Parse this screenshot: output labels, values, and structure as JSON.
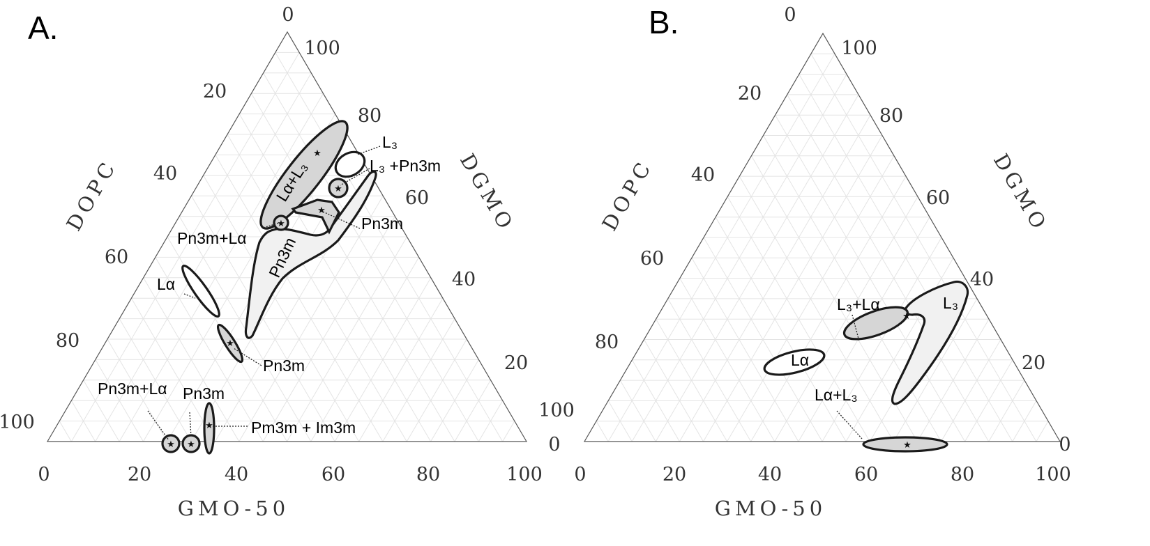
{
  "panels": [
    {
      "label": "A.",
      "axis_titles": {
        "left": "DOPC",
        "right": "DGMO",
        "bottom": "GMO-50"
      },
      "bottom_ticks": [
        "0",
        "20",
        "40",
        "60",
        "80",
        "100"
      ],
      "left_ticks": [
        "0",
        "20",
        "40",
        "60",
        "80",
        "100"
      ],
      "right_ticks": [
        "100",
        "80",
        "60",
        "40",
        "20",
        "100",
        "0"
      ],
      "regions": {
        "la_l3": "Lα+L₃",
        "l3": "L₃",
        "l3_pn3m": "L₃ +Pn3m",
        "pn3m_upper": "Pn3m",
        "pn3m_la_upper": "Pn3m+Lα",
        "pn3m_large": "Pn3m",
        "la": "Lα",
        "pn3m_mid": "Pn3m",
        "pn3m_la_bottom": "Pn3m+Lα",
        "pn3m_bottom": "Pn3m",
        "pm3m_im3m": "Pm3m + Im3m"
      }
    },
    {
      "label": "B.",
      "axis_titles": {
        "left": "DOPC",
        "right": "DGMO",
        "bottom": "GMO-50"
      },
      "bottom_ticks": [
        "0",
        "20",
        "40",
        "60",
        "80",
        "100"
      ],
      "left_ticks": [
        "0",
        "20",
        "40",
        "60",
        "80"
      ],
      "right_ticks": [
        "100",
        "80",
        "60",
        "40",
        "20",
        "0"
      ],
      "regions": {
        "l3_la": "L₃+Lα",
        "l3": "L₃",
        "la": "Lα",
        "la_l3": "Lα+L₃"
      }
    }
  ],
  "colors": {
    "two_phase_fill": "#d6d6d6",
    "single_phase_fill": "#f1f1f1",
    "outline": "#1a1a1a",
    "grid": "#e4e4e4"
  }
}
